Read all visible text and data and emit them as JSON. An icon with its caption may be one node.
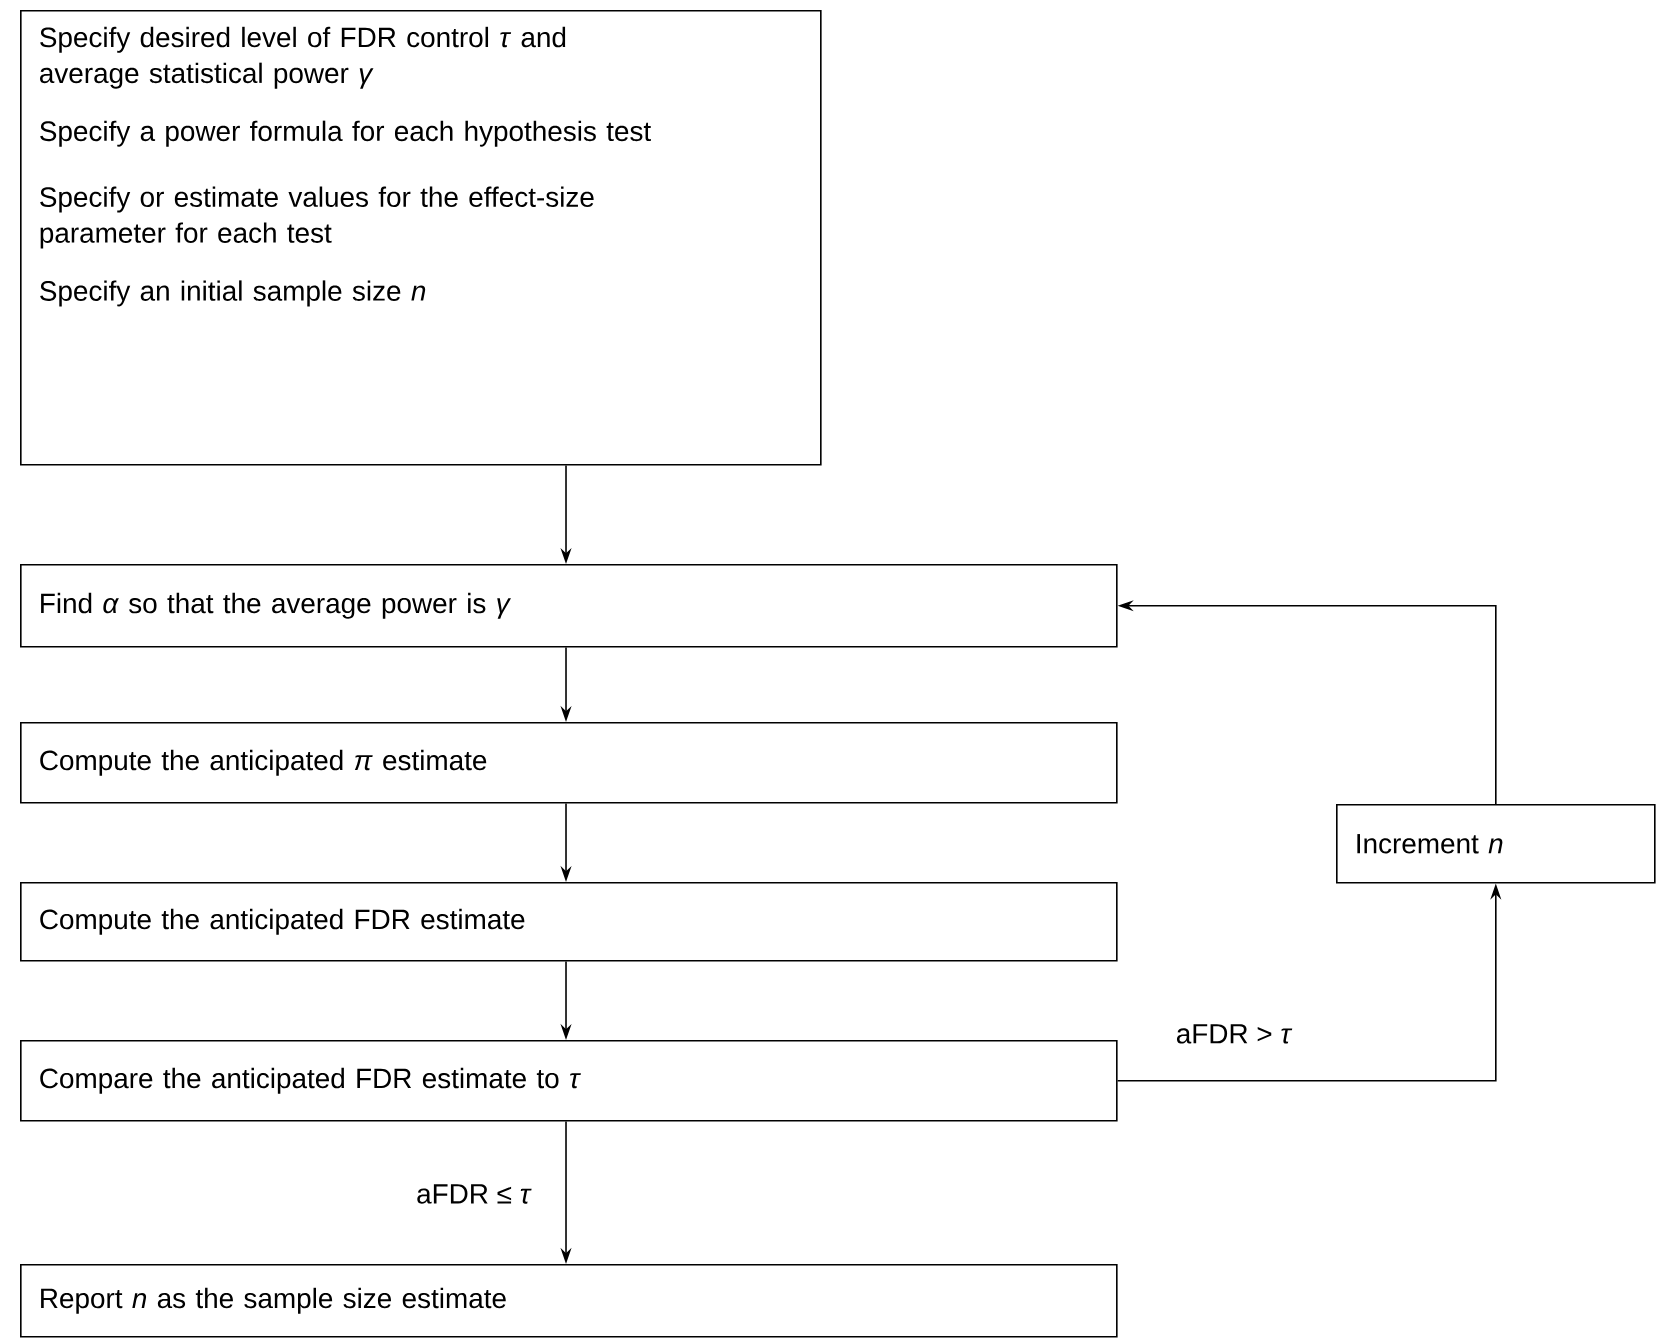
{
  "diagram": {
    "nodes": [
      {
        "text": [
          "Specify desired level of FDR control *τ* and average statistical power *γ*",
          "Specify a power formula for each hypothesis test",
          "Specify or estimate values for the effect-size parameter for each test",
          "Specify an initial sample size *n*"
        ]
      },
      {
        "text": [
          "Find *α* so that the average power is *γ*"
        ]
      },
      {
        "text": [
          "Compute the anticipated *π* estimate"
        ]
      },
      {
        "text": [
          "Compute the anticipated FDR estimate"
        ]
      },
      {
        "text": [
          "Compare the anticipated FDR estimate to *τ*"
        ]
      },
      {
        "text": [
          "Report *n* as the sample size estimate"
        ]
      },
      {
        "text": [
          "Increment *n*"
        ]
      }
    ],
    "edges": [
      {
        "from": 0,
        "to": 1,
        "arrow": "to"
      },
      {
        "from": 1,
        "to": 2,
        "arrow": "to"
      },
      {
        "from": 2,
        "to": 3,
        "arrow": "to"
      },
      {
        "from": 3,
        "to": 4,
        "arrow": "to"
      },
      {
        "from": 4,
        "to": 5,
        "arrow": "to",
        "label": "aFDR ≤ *τ*"
      },
      {
        "from": 4,
        "to": 6,
        "arrow": "to",
        "label": "aFDR > *τ*"
      },
      {
        "from": 6,
        "to": 1,
        "arrow": "to"
      }
    ]
  }
}
